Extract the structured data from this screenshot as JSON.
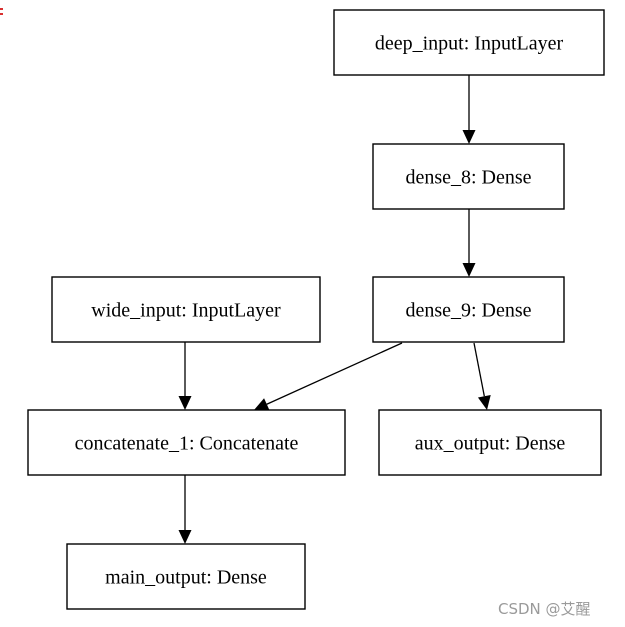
{
  "diagram": {
    "nodes": [
      {
        "id": "deep_input",
        "label": "deep_input: InputLayer"
      },
      {
        "id": "dense_8",
        "label": "dense_8: Dense"
      },
      {
        "id": "wide_input",
        "label": "wide_input: InputLayer"
      },
      {
        "id": "dense_9",
        "label": "dense_9: Dense"
      },
      {
        "id": "concatenate_1",
        "label": "concatenate_1: Concatenate"
      },
      {
        "id": "aux_output",
        "label": "aux_output: Dense"
      },
      {
        "id": "main_output",
        "label": "main_output: Dense"
      }
    ],
    "edges": [
      {
        "from": "deep_input",
        "to": "dense_8"
      },
      {
        "from": "dense_8",
        "to": "dense_9"
      },
      {
        "from": "wide_input",
        "to": "concatenate_1"
      },
      {
        "from": "dense_9",
        "to": "concatenate_1"
      },
      {
        "from": "dense_9",
        "to": "aux_output"
      },
      {
        "from": "concatenate_1",
        "to": "main_output"
      }
    ]
  },
  "watermark": "CSDN @艾醒",
  "colors": {
    "stroke": "#000000",
    "background": "#ffffff",
    "watermark": "#9a9a9a",
    "corner_mark": "#d93030"
  }
}
